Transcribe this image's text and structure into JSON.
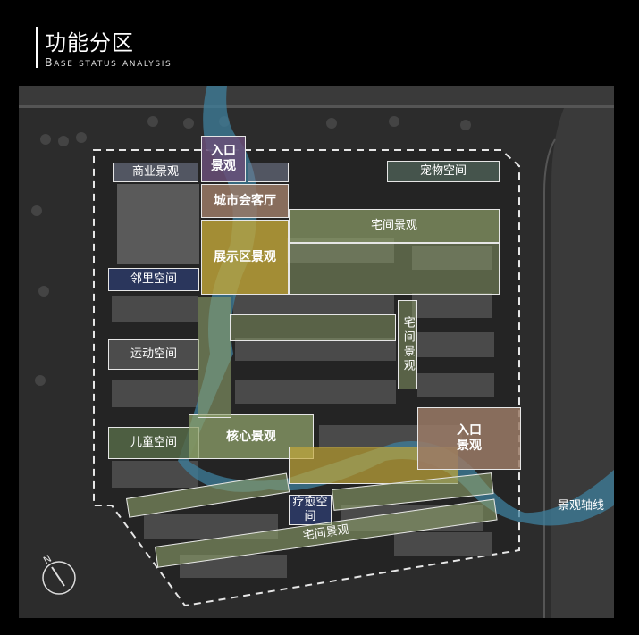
{
  "header": {
    "title": "功能分区",
    "subtitle": "Base status analysis"
  },
  "zones": {
    "commercial": "商业景观",
    "entrance_top": "入口\n景观",
    "clubhouse": "城市会客厅",
    "exhibition": "展示区景观",
    "neighborhood": "邻里空间",
    "sport": "运动空间",
    "children": "儿童空间",
    "core": "核心景观",
    "pet": "宠物空间",
    "residential_top": "宅间景观",
    "residential_vertical": "宅间景观",
    "entrance_right": "入口\n景观",
    "healing": "疗愈空间",
    "residential_bottom": "宅间景观"
  },
  "axis_label": "景观轴线",
  "compass_label": "N",
  "colors": {
    "background": "#000000",
    "map_base": "#2c2c2c",
    "green_zone": "#8ea06a",
    "yellow_zone": "#c3a83a",
    "navy_zone": "#2c3a66",
    "brown_zone": "#9a7a66",
    "purple_zone": "#6a4f78",
    "axis_blue": "#3d7f9c"
  }
}
